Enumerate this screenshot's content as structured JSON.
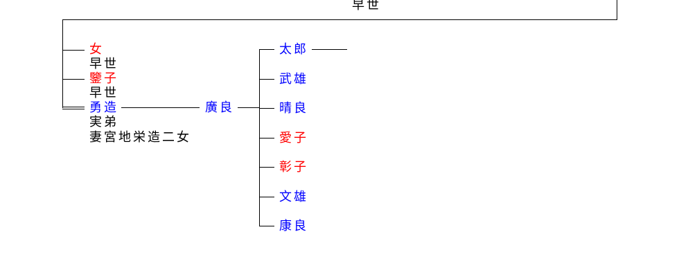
{
  "top_note": "早世",
  "siblings": [
    {
      "name": "女",
      "note": "早世",
      "color": "#ff0000"
    },
    {
      "name": "鑒子",
      "note": "早世",
      "color": "#ff0000"
    },
    {
      "name": "勇造",
      "note": "実弟",
      "note2": "妻宮地栄造二女",
      "color": "#0000ff"
    }
  ],
  "son": {
    "name": "廣良",
    "color": "#0000ff"
  },
  "grandchildren": [
    {
      "name": "太郎",
      "color": "#0000ff"
    },
    {
      "name": "武雄",
      "color": "#0000ff"
    },
    {
      "name": "晴良",
      "color": "#0000ff"
    },
    {
      "name": "愛子",
      "color": "#ff0000"
    },
    {
      "name": "彰子",
      "color": "#ff0000"
    },
    {
      "name": "文雄",
      "color": "#0000ff"
    },
    {
      "name": "康良",
      "color": "#0000ff"
    }
  ]
}
